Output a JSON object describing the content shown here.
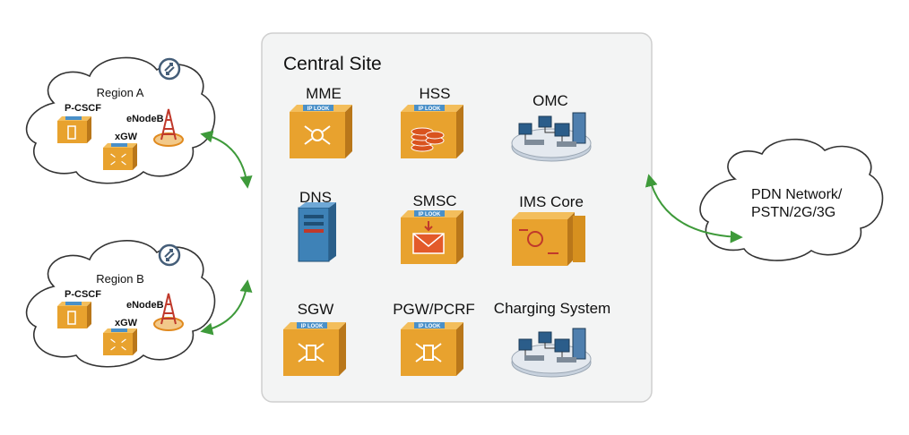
{
  "central_site": {
    "title": "Central Site",
    "nodes": {
      "mme": "MME",
      "hss": "HSS",
      "omc": "OMC",
      "dns": "DNS",
      "smsc": "SMSC",
      "ims_core": "IMS Core",
      "sgw": "SGW",
      "pgw_pcrf": "PGW/PCRF",
      "charging": "Charging System"
    }
  },
  "regions": [
    {
      "title": "Region A",
      "pcscf": "P-CSCF",
      "enodeb": "eNodeB",
      "xgw": "xGW"
    },
    {
      "title": "Region B",
      "pcscf": "P-CSCF",
      "enodeb": "eNodeB",
      "xgw": "xGW"
    }
  ],
  "pdn": {
    "line1": "PDN Network/",
    "line2": "PSTN/2G/3G"
  },
  "device_brand": "IP LOOK",
  "colors": {
    "device_orange": "#E8A22E",
    "device_dark": "#C07E1C",
    "link_green": "#3E9A3A",
    "panel_bg": "#F3F4F4",
    "panel_border": "#CFCFCF"
  }
}
